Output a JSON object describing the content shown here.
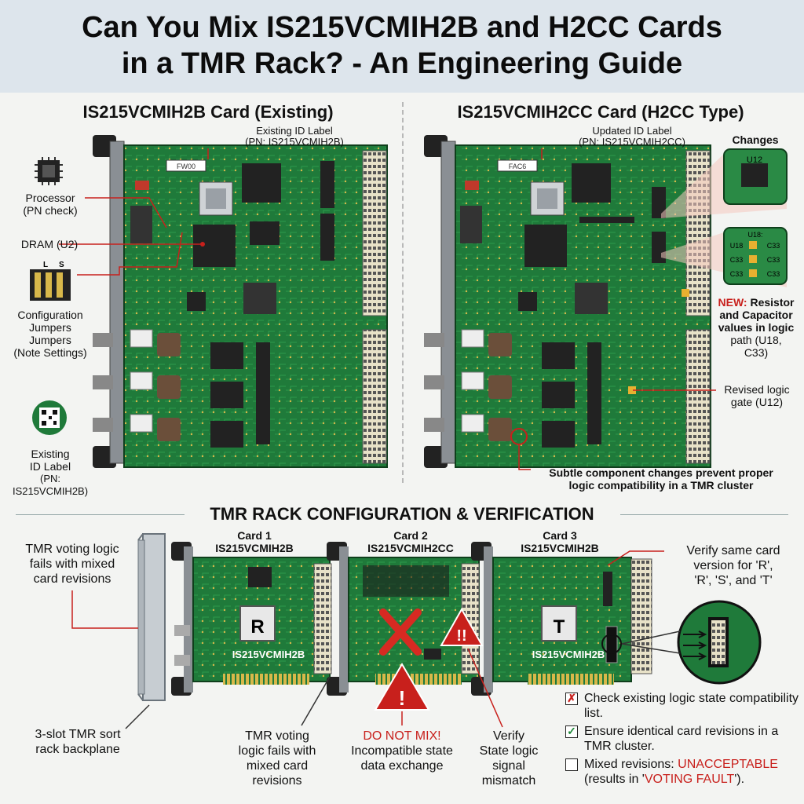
{
  "title_line1": "Can You Mix IS215VCMIH2B and H2CC Cards",
  "title_line2": "in a TMR Rack? - An Engineering Guide",
  "left_card": {
    "heading": "IS215VCMIH2B Card (Existing)",
    "id_label_title": "Existing ID Label",
    "id_label_pn": "(PN: IS215VCMIH2B)",
    "sticker": "FW00",
    "processor_label": "Processor",
    "processor_note": "(PN check)",
    "dram_label": "DRAM",
    "dram_part": "(U2)",
    "jumper_letters": [
      "L",
      "S"
    ],
    "config_line1": "Configuration",
    "config_line2": "Jumpers",
    "config_line3": "Jumpers",
    "config_note": "(Note Settings)",
    "existing_label_line1": "Existing",
    "existing_label_line2": "ID Label",
    "existing_label_pn": "(PN: IS215VCMIH2B)"
  },
  "right_card": {
    "heading": "IS215VCMIH2CC Card (H2CC Type)",
    "id_label_title": "Updated ID Label",
    "id_label_pn": "(PN: IS215VCMIH2CC)",
    "sticker": "FAC6",
    "changes_label": "Changes",
    "u12_chip": "U12",
    "u18_title": "U18:",
    "u18_rows": [
      [
        "U18",
        "C33"
      ],
      [
        "C33",
        "C33"
      ],
      [
        "C33",
        "C33"
      ]
    ],
    "new_prefix": "NEW:",
    "new_line1": "Resistor",
    "new_line2": "and Capacitor",
    "new_line3": "values in logic",
    "new_line4": "path (U18,",
    "new_line5": "C33)",
    "revised_line1": "Revised logic",
    "revised_line2": "gate (U12)",
    "subtle_line1": "Subtle component changes prevent proper",
    "subtle_line2": "logic compatibility in a TMR cluster"
  },
  "rack": {
    "heading": "TMR RACK CONFIGURATION & VERIFICATION",
    "cards": [
      {
        "title": "Card 1",
        "part": "IS215VCMIH2B",
        "letter": "R",
        "board_text": "IS215VCMIH2B"
      },
      {
        "title": "Card 2",
        "part": "IS215VCMIH2CC",
        "letter": "",
        "board_text": ""
      },
      {
        "title": "Card 3",
        "part": "IS215VCMIH2B",
        "letter": "T",
        "board_text": "IS215VCMIH2B"
      }
    ],
    "tmr_fail_top": [
      "TMR voting logic",
      "fails with mixed",
      "card revisions"
    ],
    "verify_same": [
      "Verify same card",
      "version for 'R',",
      "'R', 'S', and 'T'"
    ],
    "backplane": [
      "3-slot TMR sort",
      "rack backplane"
    ],
    "tmr_fail_bottom": [
      "TMR voting",
      "logic fails with",
      "mixed card",
      "revisions"
    ],
    "do_not_mix": "DO NOT MIX!",
    "incompatible": [
      "Incompatible state",
      "data exchange"
    ],
    "verify_state": [
      "Verify",
      "State logic",
      "signal",
      "mismatch"
    ],
    "checklist": [
      {
        "mark": "✗",
        "text": "Check existing logic state compatibility list."
      },
      {
        "mark": "✓",
        "text": "Ensure identical card revisions in a TMR cluster."
      },
      {
        "mark": "",
        "text_before": "Mixed revisions: ",
        "text_red": "UNACCEPTABLE",
        "text_mid": " (results in '",
        "text_red2": "VOTING FAULT",
        "text_after": "')."
      }
    ]
  },
  "colors": {
    "pcb": "#1f7a3a",
    "pcb_dark": "#165c2b",
    "header_bg": "#dde5ec",
    "alert_red": "#c8201c",
    "chip": "#222222",
    "gold": "#d8b84a"
  }
}
